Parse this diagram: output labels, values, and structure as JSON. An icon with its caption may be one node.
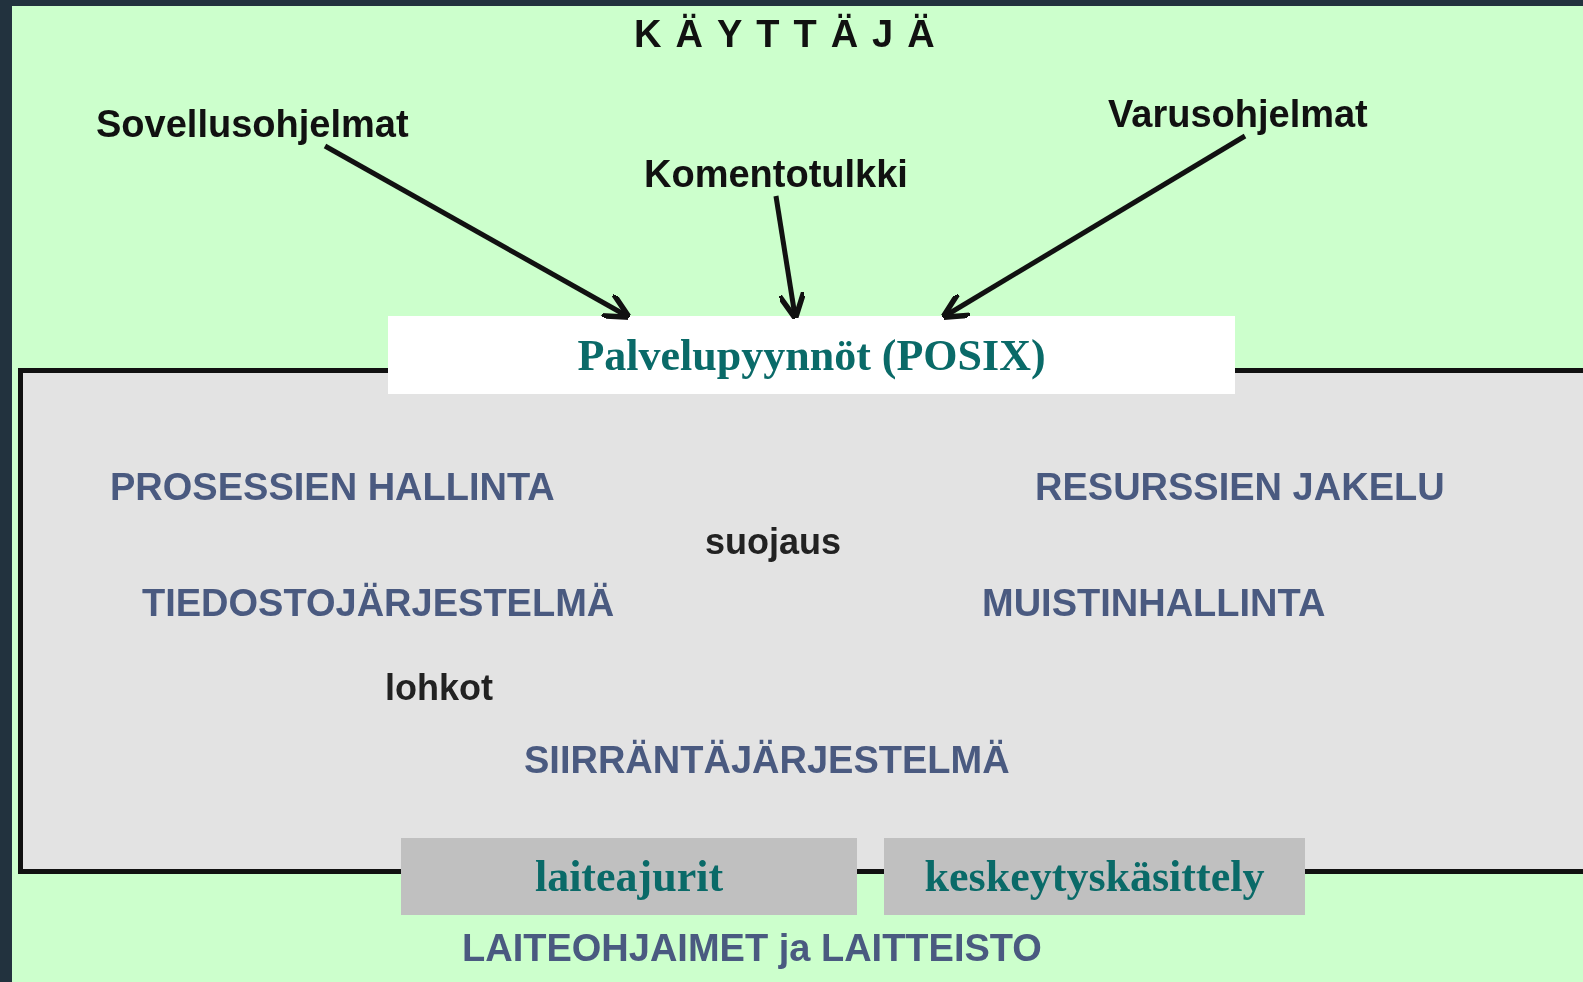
{
  "diagram": {
    "nodes": [
      {
        "text": [
          "Sovellusohjelmat"
        ]
      },
      {
        "text": [
          "Komentotulkki"
        ]
      },
      {
        "text": [
          "Varusohjelmat"
        ]
      },
      {
        "text": [
          "Palvelupyynnöt (POSIX)"
        ]
      },
      {
        "text": [
          "PROSESSIEN HALLINTA",
          "RESURSSIEN JAKELU",
          "suojaus",
          "TIEDOSTOJÄRJESTELMÄ",
          "MUISTINHALLINTA",
          "lohkot",
          "SIIRRÄNTÄJÄRJESTELMÄ"
        ]
      },
      {
        "text": [
          "laiteajurit"
        ]
      },
      {
        "text": [
          "keskeytyskäsittely"
        ]
      }
    ],
    "edges": [
      {
        "from": 0,
        "to": 3,
        "arrow": "to"
      },
      {
        "from": 1,
        "to": 3,
        "arrow": "to"
      },
      {
        "from": 2,
        "to": 3,
        "arrow": "to"
      }
    ],
    "labels": [
      "KÄYTTÄJÄ",
      "LAITEOHJAIMET ja LAITTEISTO"
    ]
  }
}
